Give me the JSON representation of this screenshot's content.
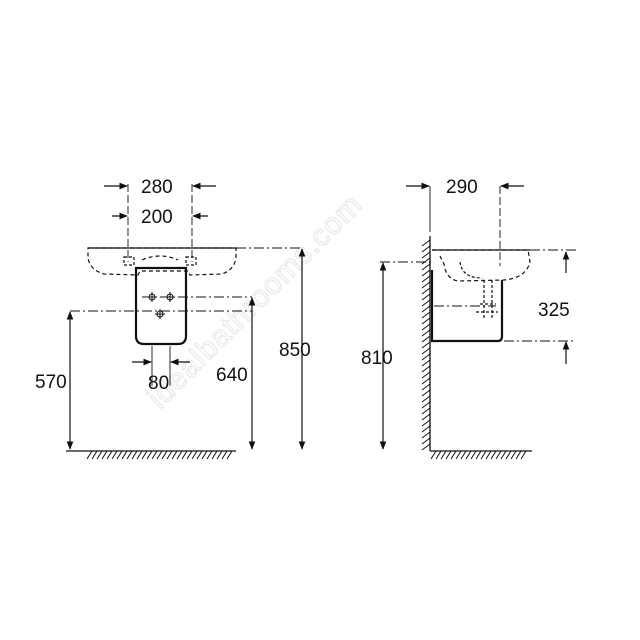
{
  "watermark": "idealbathrooms.com",
  "front_view": {
    "dims": {
      "outer_width": "280",
      "inner_width": "200",
      "pedestal_width": "80",
      "height_570": "570",
      "height_640": "640",
      "height_850": "850"
    }
  },
  "side_view": {
    "dims": {
      "depth": "290",
      "pedestal_height": "325",
      "height_810": "810"
    }
  },
  "colors": {
    "line": "#111111",
    "background": "#ffffff",
    "watermark": "#e6e6e6"
  }
}
